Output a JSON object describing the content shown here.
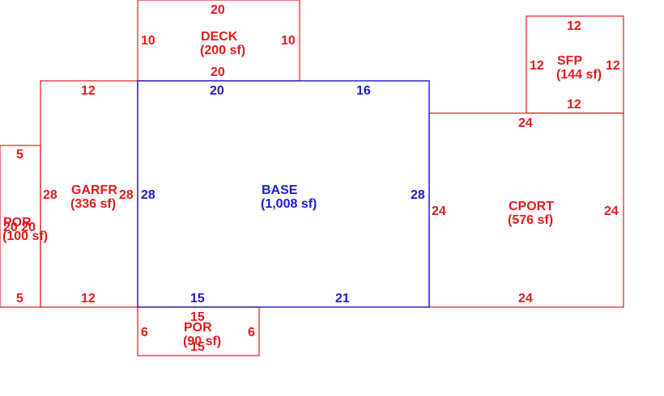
{
  "colors": {
    "exterior": "#e01b1b",
    "base": "#1a1acc"
  },
  "areas": {
    "deck": {
      "name": "DECK",
      "area": "(200 sf)",
      "dims": {
        "top": "20",
        "left": "10",
        "right": "10",
        "bottom": "20"
      }
    },
    "sfp": {
      "name": "SFP",
      "area": "(144 sf)",
      "dims": {
        "top": "12",
        "left": "12",
        "right": "12",
        "bottom": "12"
      }
    },
    "garfr": {
      "name": "GARFR",
      "area": "(336 sf)",
      "dims": {
        "top": "12",
        "left": "28",
        "right": "28",
        "bottom": "12"
      }
    },
    "base": {
      "name": "BASE",
      "area": "(1,008 sf)",
      "dims": {
        "top_left": "20",
        "top_right": "16",
        "left": "28",
        "right": "28",
        "bottom_left": "15",
        "bottom_right": "21"
      }
    },
    "cport": {
      "name": "CPORT",
      "area": "(576 sf)",
      "dims": {
        "top": "24",
        "left": "24",
        "right": "24",
        "bottom": "24"
      }
    },
    "por_left": {
      "name": "POR",
      "area": "(100 sf)",
      "side_overlap": "20 20",
      "dims": {
        "top": "5",
        "bottom": "5"
      }
    },
    "por_bottom": {
      "name": "POR",
      "area": "(90 sf)",
      "dims": {
        "top": "15",
        "left": "6",
        "right": "6",
        "bottom": "15"
      }
    }
  }
}
